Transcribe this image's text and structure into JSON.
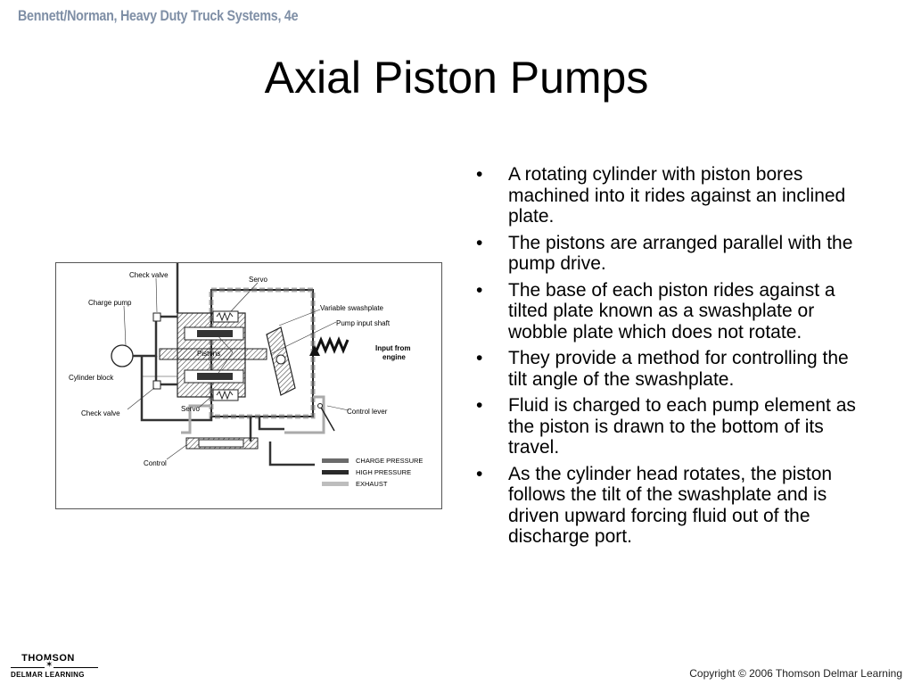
{
  "header": {
    "reference": "Bennett/Norman, Heavy Duty Truck Systems, 4e"
  },
  "slide": {
    "title": "Axial Piston Pumps",
    "bullets": [
      "A rotating cylinder with piston bores machined into it rides against an inclined plate.",
      "The pistons are arranged parallel with the pump drive.",
      "The base of each piston rides against a tilted plate known as a swashplate or wobble plate which does not rotate.",
      "They provide a method for controlling the tilt angle of the swashplate.",
      "Fluid is charged to each pump element as the piston is drawn to the bottom of its travel.",
      "As the cylinder head rotates, the piston follows the tilt of the swashplate and is driven upward forcing fluid out of the discharge port."
    ]
  },
  "diagram": {
    "labels": {
      "check_valve_top": "Check valve",
      "charge_pump": "Charge pump",
      "servo_top": "Servo",
      "variable_swashplate": "Variable swashplate",
      "pump_input_shaft": "Pump input shaft",
      "input_from_engine": "Input from engine",
      "pistons": "Pistons",
      "cylinder_block": "Cylinder block",
      "check_valve_bottom": "Check valve",
      "servo_bottom": "Servo",
      "control_lever": "Control lever",
      "control": "Control"
    },
    "legend": [
      {
        "label": "CHARGE PRESSURE",
        "color": "#6b6b6b"
      },
      {
        "label": "HIGH PRESSURE",
        "color": "#2a2a2a"
      },
      {
        "label": "EXHAUST",
        "color": "#bdbdbd"
      }
    ]
  },
  "footer": {
    "logo_top": "THOMSON",
    "logo_bottom": "DELMAR LEARNING",
    "copyright": "Copyright © 2006 Thomson Delmar Learning"
  }
}
